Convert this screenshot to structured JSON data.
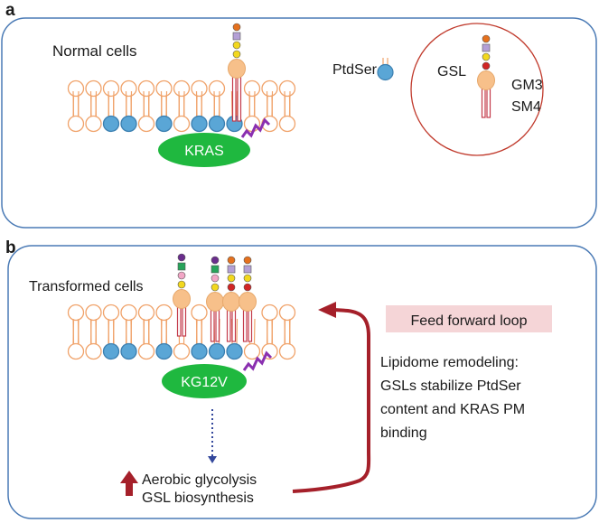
{
  "panel_a": {
    "letter": "a",
    "cell_label": "Normal cells",
    "protein_label": "KRAS",
    "legend": {
      "ptdser_label": "PtdSer",
      "gsl_label": "GSL",
      "gsl_types": [
        "GM3",
        "SM4"
      ]
    }
  },
  "panel_b": {
    "letter": "b",
    "cell_label": "Transformed cells",
    "protein_label": "KG12V",
    "loop_title": "Feed forward loop",
    "remodeling_lines": [
      "Lipidome remodeling:",
      "GSLs stabilize PtdSer",
      "content and KRAS PM",
      "binding"
    ],
    "metabolism_lines": [
      "Aerobic glycolysis",
      "GSL biosynthesis"
    ]
  },
  "colors": {
    "panel_border": "#4a7ab5",
    "lipid_head_outline": "#f0a36b",
    "ptdser_fill": "#5aa6d6",
    "gsl_body_fill": "#f7c08a",
    "kras_fill": "#1fb83f",
    "lipid_anchor": "#8a2fb0",
    "circle_outline": "#c0392b",
    "loop_arrow": "#a5202a",
    "loop_box_fill": "#f5d5d7",
    "dotted_arrow": "#34489c",
    "sugar_purple": "#6a2d8c",
    "sugar_green": "#27a35a",
    "sugar_pink": "#f2a6c6",
    "sugar_lilac": "#b4a0d6",
    "sugar_yellow": "#f2d81e",
    "sugar_orange": "#e5711e",
    "sugar_red": "#d12525"
  }
}
